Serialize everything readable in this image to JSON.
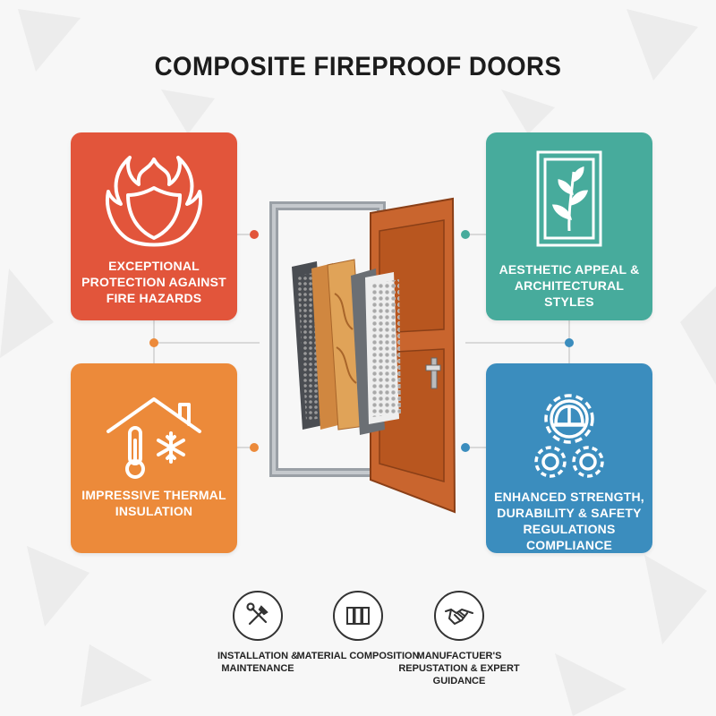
{
  "title": "COMPOSITE FIREPROOF DOORS",
  "cards": {
    "fire": {
      "label": "EXCEPTIONAL PROTECTION AGAINST FIRE HAZARDS",
      "icon": "flame-shield-icon",
      "color": "#e2553b"
    },
    "thermal": {
      "label": "IMPRESSIVE THERMAL INSULATION",
      "icon": "house-thermometer-snowflake-icon",
      "color": "#ec8a3a"
    },
    "aesthetic": {
      "label": "AESTHETIC APPEAL & ARCHITECTURAL STYLES",
      "icon": "framed-leaf-icon",
      "color": "#47ab9c"
    },
    "strength": {
      "label": "ENHANCED STRENGTH, DURABILITY & SAFETY REGULATIONS COMPLIANCE",
      "icon": "hardhat-gears-icon",
      "color": "#3b8dbe"
    }
  },
  "center_illustration": "composite-door-layers-illustration",
  "bottom": {
    "install": {
      "label": "INSTALLATION & MAINTENANCE",
      "icon": "wrench-hammer-icon"
    },
    "material": {
      "label": "MATERIAL COMPOSITION",
      "icon": "layers-icon"
    },
    "manuf": {
      "label": "MANUFACTUER'S REPUSTATION & EXPERT GUIDANCE",
      "icon": "handshake-icon"
    }
  }
}
